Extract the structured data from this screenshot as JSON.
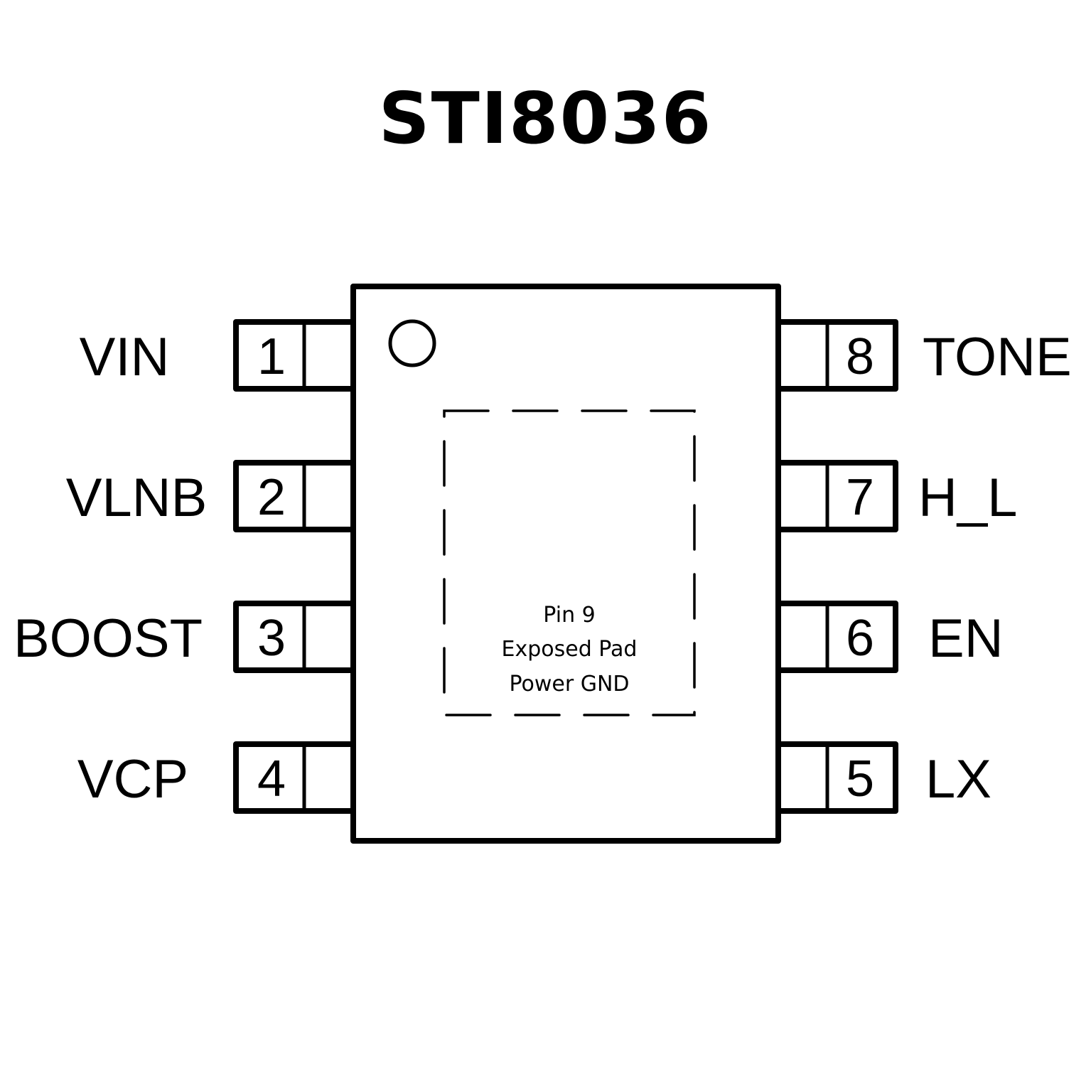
{
  "title": "STI8036",
  "colors": {
    "stroke": "#000000",
    "background": "#ffffff"
  },
  "package": {
    "pin1_marker": "circle",
    "left_pins": [
      {
        "number": "1",
        "name": "VIN"
      },
      {
        "number": "2",
        "name": "VLNB"
      },
      {
        "number": "3",
        "name": "BOOST"
      },
      {
        "number": "4",
        "name": "VCP"
      }
    ],
    "right_pins": [
      {
        "number": "8",
        "name": "TONE"
      },
      {
        "number": "7",
        "name": "H_L"
      },
      {
        "number": "6",
        "name": "EN"
      },
      {
        "number": "5",
        "name": "LX"
      }
    ],
    "exposed_pad": {
      "lines": [
        "Pin 9",
        "Exposed Pad",
        "Power GND"
      ]
    }
  }
}
